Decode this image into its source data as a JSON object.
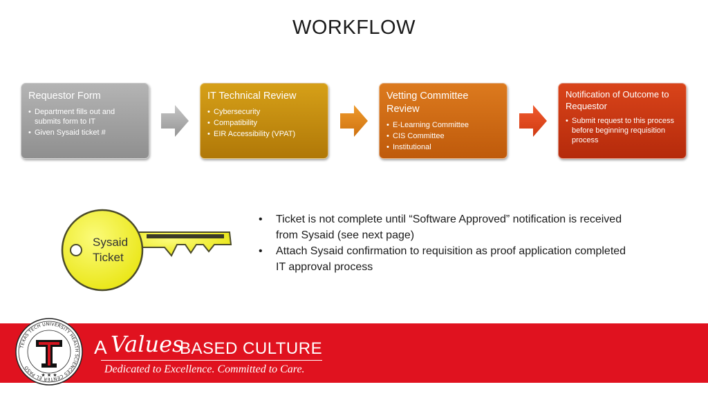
{
  "slide": {
    "title": "WORKFLOW"
  },
  "workflow": {
    "steps": [
      {
        "title": "Requestor Form",
        "bullets": [
          "Department fills out and submits form to IT",
          "Given Sysaid ticket #"
        ],
        "color": "#a3a3a3"
      },
      {
        "title": "IT Technical Review",
        "bullets": [
          "Cybersecurity",
          "Compatibility",
          "EIR Accessibility (VPAT)"
        ],
        "color": "#c48c10"
      },
      {
        "title": "Vetting Committee Review",
        "bullets": [
          "E-Learning Committee",
          "CIS Committee",
          "Institutional"
        ],
        "color": "#cf6a14"
      },
      {
        "title": "Notification of Outcome to Requestor",
        "bullets": [
          "Submit request to this process before beginning requisition process"
        ],
        "color": "#c73512"
      }
    ],
    "arrow_colors": [
      "#a3a3a3",
      "#d98a1e",
      "#e04a1f"
    ]
  },
  "key_graphic": {
    "label_line1": "Sysaid",
    "label_line2": "Ticket",
    "color": "#f2f01e"
  },
  "notes": [
    "Ticket is not complete until “Software Approved” notification is received from Sysaid (see next page)",
    "Attach Sysaid confirmation to requisition as proof application completed IT approval process"
  ],
  "footer": {
    "band_color": "#e0121f",
    "tagline_a": "A",
    "tagline_values": "Values",
    "tagline_culture": "BASED CULTURE",
    "tagline_sub": "Dedicated to Excellence. Committed to Care.",
    "seal_text": "TEXAS TECH UNIVERSITY HEALTH SCIENCES CENTER EL PASO"
  }
}
